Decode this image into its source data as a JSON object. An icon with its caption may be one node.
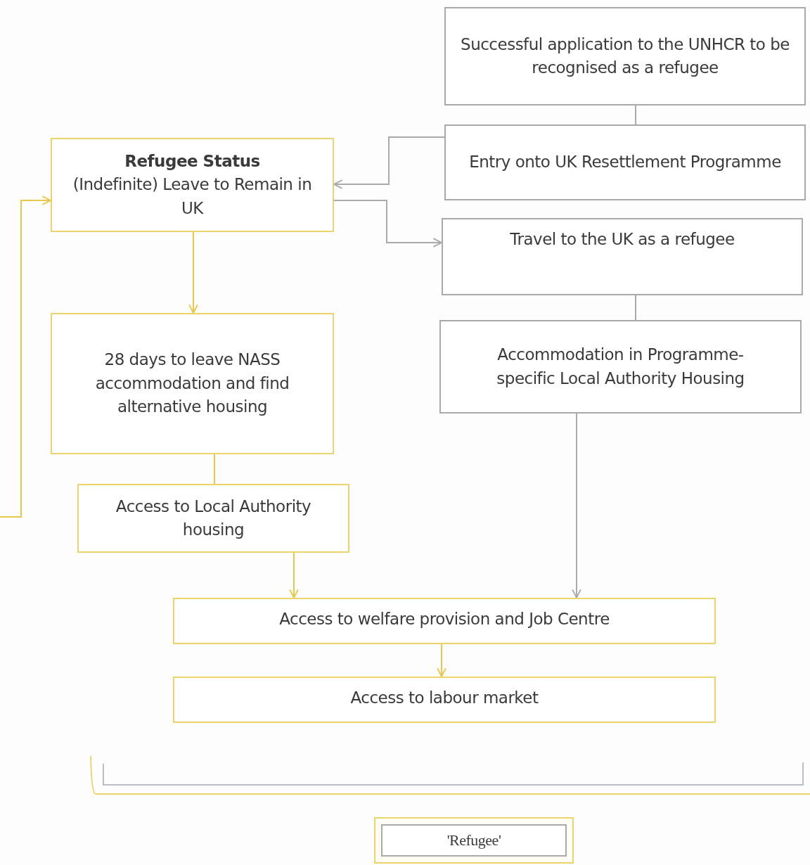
{
  "diagram": {
    "nodes": [
      {
        "text": [
          "Refugee Status",
          "(Indefinite) Leave to Remain in UK"
        ]
      },
      {
        "text": [
          "Successful application to the UNHCR to be recognised as a refugee"
        ]
      },
      {
        "text": [
          "Entry onto UK Resettlement Programme"
        ]
      },
      {
        "text": [
          "Travel to the UK as a refugee"
        ]
      },
      {
        "text": [
          "Accommodation in Programme-specific Local Authority Housing"
        ]
      },
      {
        "text": [
          "28 days to leave NASS accommodation and find alternative housing"
        ]
      },
      {
        "text": [
          "Access to Local Authority housing"
        ]
      },
      {
        "text": [
          "Access to welfare provision and Job Centre"
        ]
      },
      {
        "text": [
          "Access to labour market"
        ]
      },
      {
        "text": [
          "'Refugee'"
        ]
      }
    ],
    "edges": [
      {
        "from": null,
        "to": 0,
        "arrow": "to",
        "color": "#e8c84a"
      },
      {
        "from": 0,
        "to": 5,
        "arrow": "to",
        "color": "#e8c84a"
      },
      {
        "from": 5,
        "to": 6,
        "arrow": "none",
        "color": "#e8c84a"
      },
      {
        "from": 6,
        "to": 7,
        "arrow": "to",
        "color": "#e8c84a"
      },
      {
        "from": 7,
        "to": 8,
        "arrow": "to",
        "color": "#e8c84a"
      },
      {
        "from": 1,
        "to": 2,
        "arrow": "none",
        "color": "#aaaaaa"
      },
      {
        "from": 2,
        "to": 0,
        "arrow": "to",
        "color": "#aaaaaa"
      },
      {
        "from": 0,
        "to": 3,
        "arrow": "to",
        "color": "#aaaaaa"
      },
      {
        "from": 3,
        "to": 4,
        "arrow": "none",
        "color": "#aaaaaa"
      },
      {
        "from": 4,
        "to": 7,
        "arrow": "to",
        "color": "#aaaaaa"
      }
    ]
  }
}
